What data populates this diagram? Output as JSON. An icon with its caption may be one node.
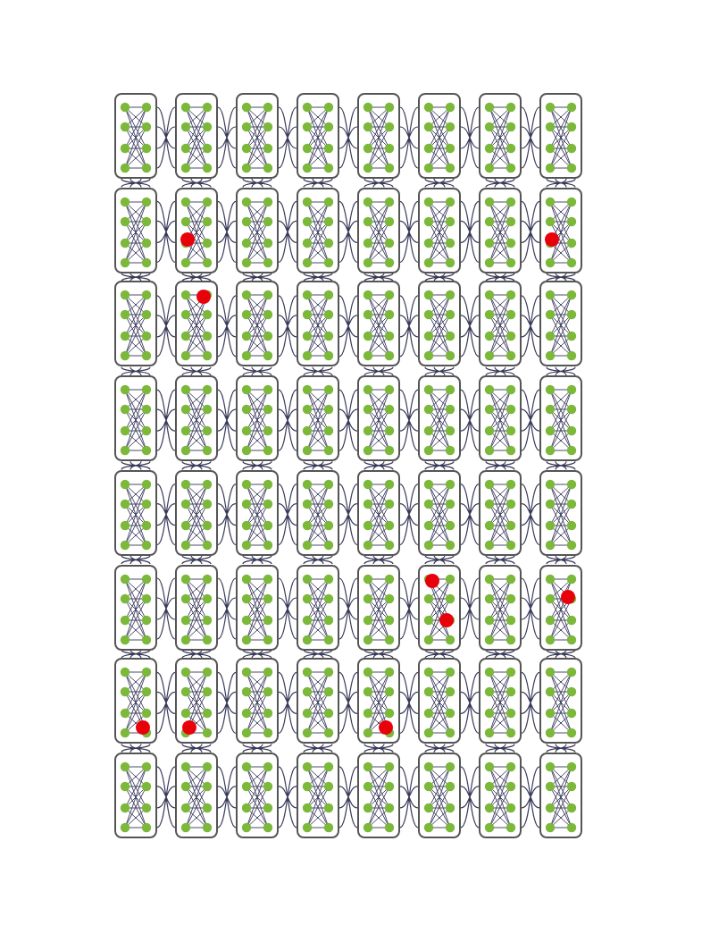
{
  "diagram": {
    "nodes": [
      {
        "text": [],
        "shape": "box"
      },
      {
        "text": [],
        "shape": "box"
      },
      {
        "text": [],
        "shape": "box"
      },
      {
        "text": [],
        "shape": "box"
      },
      {
        "text": [],
        "shape": "box"
      },
      {
        "text": [],
        "shape": "box"
      },
      {
        "text": [],
        "shape": "box"
      },
      {
        "text": [],
        "shape": "box"
      },
      {
        "text": [],
        "shape": "box"
      },
      {
        "text": [],
        "shape": "box"
      },
      {
        "text": [],
        "shape": "box"
      },
      {
        "text": [],
        "shape": "box"
      },
      {
        "text": [],
        "shape": "box"
      },
      {
        "text": [],
        "shape": "box"
      },
      {
        "text": [],
        "shape": "box"
      },
      {
        "text": [],
        "shape": "box"
      },
      {
        "text": [],
        "shape": "box"
      },
      {
        "text": [],
        "shape": "box"
      },
      {
        "text": [],
        "shape": "box"
      },
      {
        "text": [],
        "shape": "box"
      },
      {
        "text": [],
        "shape": "box"
      },
      {
        "text": [],
        "shape": "box"
      },
      {
        "text": [],
        "shape": "box"
      },
      {
        "text": [],
        "shape": "box"
      },
      {
        "text": [],
        "shape": "box"
      },
      {
        "text": [],
        "shape": "box"
      },
      {
        "text": [],
        "shape": "box"
      },
      {
        "text": [],
        "shape": "box"
      },
      {
        "text": [],
        "shape": "box"
      },
      {
        "text": [],
        "shape": "box"
      },
      {
        "text": [],
        "shape": "box"
      },
      {
        "text": [],
        "shape": "box"
      },
      {
        "text": [],
        "shape": "box"
      },
      {
        "text": [],
        "shape": "box"
      },
      {
        "text": [],
        "shape": "box"
      },
      {
        "text": [],
        "shape": "box"
      },
      {
        "text": [],
        "shape": "box"
      },
      {
        "text": [],
        "shape": "box"
      },
      {
        "text": [],
        "shape": "box"
      },
      {
        "text": [],
        "shape": "box"
      },
      {
        "text": [],
        "shape": "box"
      },
      {
        "text": [],
        "shape": "box"
      },
      {
        "text": [],
        "shape": "box"
      },
      {
        "text": [],
        "shape": "box"
      },
      {
        "text": [],
        "shape": "box"
      },
      {
        "text": [],
        "shape": "box"
      },
      {
        "text": [],
        "shape": "box"
      },
      {
        "text": [],
        "shape": "box"
      },
      {
        "text": [],
        "shape": "box"
      },
      {
        "text": [],
        "shape": "box"
      },
      {
        "text": [],
        "shape": "box"
      },
      {
        "text": [],
        "shape": "box"
      },
      {
        "text": [],
        "shape": "box"
      },
      {
        "text": [],
        "shape": "box"
      },
      {
        "text": [],
        "shape": "box"
      },
      {
        "text": [],
        "shape": "box"
      },
      {
        "text": [],
        "shape": "box"
      },
      {
        "text": [],
        "shape": "box"
      },
      {
        "text": [],
        "shape": "box"
      },
      {
        "text": [],
        "shape": "box"
      },
      {
        "text": [],
        "shape": "box"
      },
      {
        "text": [],
        "shape": "box"
      },
      {
        "text": [],
        "shape": "box"
      },
      {
        "text": [],
        "shape": "box"
      },
      {
        "text": [],
        "shape": "circle",
        "in": 9
      },
      {
        "text": [],
        "shape": "circle",
        "in": 15
      },
      {
        "text": [],
        "shape": "circle",
        "in": 17
      },
      {
        "text": [],
        "shape": "circle",
        "in": 45
      },
      {
        "text": [],
        "shape": "circle",
        "in": 45
      },
      {
        "text": [],
        "shape": "circle",
        "in": 47
      },
      {
        "text": [],
        "shape": "circle",
        "in": 48
      },
      {
        "text": [],
        "shape": "circle",
        "in": 49
      },
      {
        "text": [],
        "shape": "circle",
        "in": 52
      }
    ],
    "edges": [
      {
        "from": 0,
        "to": 1,
        "arrow": "none"
      },
      {
        "from": 1,
        "to": 2,
        "arrow": "none"
      },
      {
        "from": 2,
        "to": 3,
        "arrow": "none"
      },
      {
        "from": 3,
        "to": 4,
        "arrow": "none"
      },
      {
        "from": 4,
        "to": 5,
        "arrow": "none"
      },
      {
        "from": 5,
        "to": 6,
        "arrow": "none"
      },
      {
        "from": 6,
        "to": 7,
        "arrow": "none"
      },
      {
        "from": 8,
        "to": 9,
        "arrow": "none"
      },
      {
        "from": 9,
        "to": 10,
        "arrow": "none"
      },
      {
        "from": 10,
        "to": 11,
        "arrow": "none"
      },
      {
        "from": 11,
        "to": 12,
        "arrow": "none"
      },
      {
        "from": 12,
        "to": 13,
        "arrow": "none"
      },
      {
        "from": 13,
        "to": 14,
        "arrow": "none"
      },
      {
        "from": 14,
        "to": 15,
        "arrow": "none"
      },
      {
        "from": 16,
        "to": 17,
        "arrow": "none"
      },
      {
        "from": 17,
        "to": 18,
        "arrow": "none"
      },
      {
        "from": 18,
        "to": 19,
        "arrow": "none"
      },
      {
        "from": 19,
        "to": 20,
        "arrow": "none"
      },
      {
        "from": 20,
        "to": 21,
        "arrow": "none"
      },
      {
        "from": 21,
        "to": 22,
        "arrow": "none"
      },
      {
        "from": 22,
        "to": 23,
        "arrow": "none"
      },
      {
        "from": 24,
        "to": 25,
        "arrow": "none"
      },
      {
        "from": 25,
        "to": 26,
        "arrow": "none"
      },
      {
        "from": 26,
        "to": 27,
        "arrow": "none"
      },
      {
        "from": 27,
        "to": 28,
        "arrow": "none"
      },
      {
        "from": 28,
        "to": 29,
        "arrow": "none"
      },
      {
        "from": 29,
        "to": 30,
        "arrow": "none"
      },
      {
        "from": 30,
        "to": 31,
        "arrow": "none"
      },
      {
        "from": 32,
        "to": 33,
        "arrow": "none"
      },
      {
        "from": 33,
        "to": 34,
        "arrow": "none"
      },
      {
        "from": 34,
        "to": 35,
        "arrow": "none"
      },
      {
        "from": 35,
        "to": 36,
        "arrow": "none"
      },
      {
        "from": 36,
        "to": 37,
        "arrow": "none"
      },
      {
        "from": 37,
        "to": 38,
        "arrow": "none"
      },
      {
        "from": 38,
        "to": 39,
        "arrow": "none"
      },
      {
        "from": 40,
        "to": 41,
        "arrow": "none"
      },
      {
        "from": 41,
        "to": 42,
        "arrow": "none"
      },
      {
        "from": 42,
        "to": 43,
        "arrow": "none"
      },
      {
        "from": 43,
        "to": 44,
        "arrow": "none"
      },
      {
        "from": 44,
        "to": 45,
        "arrow": "none"
      },
      {
        "from": 45,
        "to": 46,
        "arrow": "none"
      },
      {
        "from": 46,
        "to": 47,
        "arrow": "none"
      },
      {
        "from": 48,
        "to": 49,
        "arrow": "none"
      },
      {
        "from": 49,
        "to": 50,
        "arrow": "none"
      },
      {
        "from": 50,
        "to": 51,
        "arrow": "none"
      },
      {
        "from": 51,
        "to": 52,
        "arrow": "none"
      },
      {
        "from": 52,
        "to": 53,
        "arrow": "none"
      },
      {
        "from": 53,
        "to": 54,
        "arrow": "none"
      },
      {
        "from": 54,
        "to": 55,
        "arrow": "none"
      },
      {
        "from": 56,
        "to": 57,
        "arrow": "none"
      },
      {
        "from": 57,
        "to": 58,
        "arrow": "none"
      },
      {
        "from": 58,
        "to": 59,
        "arrow": "none"
      },
      {
        "from": 59,
        "to": 60,
        "arrow": "none"
      },
      {
        "from": 60,
        "to": 61,
        "arrow": "none"
      },
      {
        "from": 61,
        "to": 62,
        "arrow": "none"
      },
      {
        "from": 62,
        "to": 63,
        "arrow": "none"
      },
      {
        "from": 0,
        "to": 8,
        "arrow": "none"
      },
      {
        "from": 1,
        "to": 9,
        "arrow": "none"
      },
      {
        "from": 2,
        "to": 10,
        "arrow": "none"
      },
      {
        "from": 3,
        "to": 11,
        "arrow": "none"
      },
      {
        "from": 4,
        "to": 12,
        "arrow": "none"
      },
      {
        "from": 5,
        "to": 13,
        "arrow": "none"
      },
      {
        "from": 6,
        "to": 14,
        "arrow": "none"
      },
      {
        "from": 7,
        "to": 15,
        "arrow": "none"
      },
      {
        "from": 8,
        "to": 16,
        "arrow": "none"
      },
      {
        "from": 9,
        "to": 17,
        "arrow": "none"
      },
      {
        "from": 10,
        "to": 18,
        "arrow": "none"
      },
      {
        "from": 11,
        "to": 19,
        "arrow": "none"
      },
      {
        "from": 12,
        "to": 20,
        "arrow": "none"
      },
      {
        "from": 13,
        "to": 21,
        "arrow": "none"
      },
      {
        "from": 14,
        "to": 22,
        "arrow": "none"
      },
      {
        "from": 15,
        "to": 23,
        "arrow": "none"
      },
      {
        "from": 16,
        "to": 24,
        "arrow": "none"
      },
      {
        "from": 17,
        "to": 25,
        "arrow": "none"
      },
      {
        "from": 18,
        "to": 26,
        "arrow": "none"
      },
      {
        "from": 19,
        "to": 27,
        "arrow": "none"
      },
      {
        "from": 20,
        "to": 28,
        "arrow": "none"
      },
      {
        "from": 21,
        "to": 29,
        "arrow": "none"
      },
      {
        "from": 22,
        "to": 30,
        "arrow": "none"
      },
      {
        "from": 23,
        "to": 31,
        "arrow": "none"
      },
      {
        "from": 24,
        "to": 32,
        "arrow": "none"
      },
      {
        "from": 25,
        "to": 33,
        "arrow": "none"
      },
      {
        "from": 26,
        "to": 34,
        "arrow": "none"
      },
      {
        "from": 27,
        "to": 35,
        "arrow": "none"
      },
      {
        "from": 28,
        "to": 36,
        "arrow": "none"
      },
      {
        "from": 29,
        "to": 37,
        "arrow": "none"
      },
      {
        "from": 30,
        "to": 38,
        "arrow": "none"
      },
      {
        "from": 31,
        "to": 39,
        "arrow": "none"
      },
      {
        "from": 32,
        "to": 40,
        "arrow": "none"
      },
      {
        "from": 33,
        "to": 41,
        "arrow": "none"
      },
      {
        "from": 34,
        "to": 42,
        "arrow": "none"
      },
      {
        "from": 35,
        "to": 43,
        "arrow": "none"
      },
      {
        "from": 36,
        "to": 44,
        "arrow": "none"
      },
      {
        "from": 37,
        "to": 45,
        "arrow": "none"
      },
      {
        "from": 38,
        "to": 46,
        "arrow": "none"
      },
      {
        "from": 39,
        "to": 47,
        "arrow": "none"
      },
      {
        "from": 40,
        "to": 48,
        "arrow": "none"
      },
      {
        "from": 41,
        "to": 49,
        "arrow": "none"
      },
      {
        "from": 42,
        "to": 50,
        "arrow": "none"
      },
      {
        "from": 43,
        "to": 51,
        "arrow": "none"
      },
      {
        "from": 44,
        "to": 52,
        "arrow": "none"
      },
      {
        "from": 45,
        "to": 53,
        "arrow": "none"
      },
      {
        "from": 46,
        "to": 54,
        "arrow": "none"
      },
      {
        "from": 47,
        "to": 55,
        "arrow": "none"
      },
      {
        "from": 48,
        "to": 56,
        "arrow": "none"
      },
      {
        "from": 49,
        "to": 57,
        "arrow": "none"
      },
      {
        "from": 50,
        "to": 58,
        "arrow": "none"
      },
      {
        "from": 51,
        "to": 59,
        "arrow": "none"
      },
      {
        "from": 52,
        "to": 60,
        "arrow": "none"
      },
      {
        "from": 53,
        "to": 61,
        "arrow": "none"
      },
      {
        "from": 54,
        "to": 62,
        "arrow": "none"
      },
      {
        "from": 55,
        "to": 63,
        "arrow": "none"
      }
    ]
  }
}
